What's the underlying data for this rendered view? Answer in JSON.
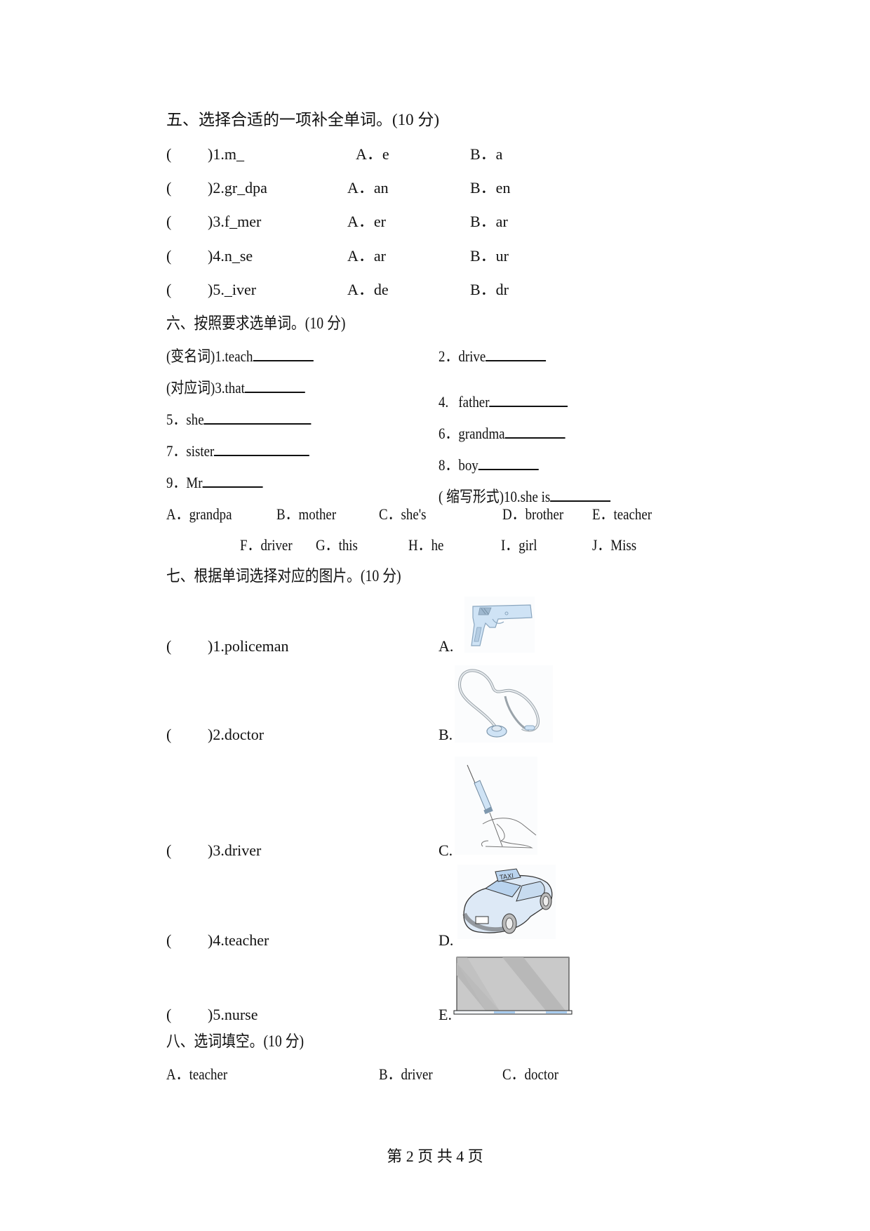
{
  "section5": {
    "title": "五、选择合适的一项补全单词。(10 分)",
    "items": [
      {
        "paren": "(",
        "stem": ")1.m_",
        "a": "A．e",
        "b": "B．a"
      },
      {
        "paren": "(",
        "stem": ")2.gr_dpa",
        "a": "A．an",
        "b": "B．en"
      },
      {
        "paren": "(",
        "stem": ")3.f_mer",
        "a": "A．er",
        "b": "B．ar"
      },
      {
        "paren": "(",
        "stem": ")4.n_se",
        "a": "A．ar",
        "b": "B．ur"
      },
      {
        "paren": "(",
        "stem": ")5._iver",
        "a": "A．de",
        "b": "B．dr"
      }
    ]
  },
  "section6": {
    "title": "六、按照要求选单词。(10 分)",
    "items": [
      {
        "label": "(变名词)1.teach"
      },
      {
        "label": "2．drive"
      },
      {
        "label": "(对应词)3.that"
      },
      {
        "label": "4.   father"
      },
      {
        "label": "5．she"
      },
      {
        "label": "6．grandma"
      },
      {
        "label": "7．sister"
      },
      {
        "label": "8．boy"
      },
      {
        "label": "9．Mr"
      },
      {
        "label": "( 缩写形式)10.she is"
      }
    ],
    "options_row1": [
      "A．grandpa",
      "B．mother",
      "C．she's",
      "D．brother",
      "E．teacher"
    ],
    "options_row2": [
      "F．driver",
      "G．this",
      "H．he",
      "I．girl",
      "J．Miss"
    ]
  },
  "section7": {
    "title": "七、根据单词选择对应的图片。(10 分)",
    "items": [
      {
        "paren": "(",
        "word": ")1.policeman",
        "option": "A.",
        "image": "pistol-image"
      },
      {
        "paren": "(",
        "word": ")2.doctor",
        "option": "B.",
        "image": "stethoscope-image"
      },
      {
        "paren": "(",
        "word": ")3.driver",
        "option": "C.",
        "image": "syringe-image"
      },
      {
        "paren": "(",
        "word": ")4.teacher",
        "option": "D.",
        "image": "taxi-image"
      },
      {
        "paren": "(",
        "word": ")5.nurse",
        "option": "E.",
        "image": "blackboard-image"
      }
    ],
    "taxi_sign": "TAXI"
  },
  "section8": {
    "title": "八、选词填空。(10 分)",
    "options": [
      "A．teacher",
      "B．driver",
      "C．doctor"
    ]
  },
  "footer": {
    "page_label": "第 2 页 共 4 页"
  }
}
